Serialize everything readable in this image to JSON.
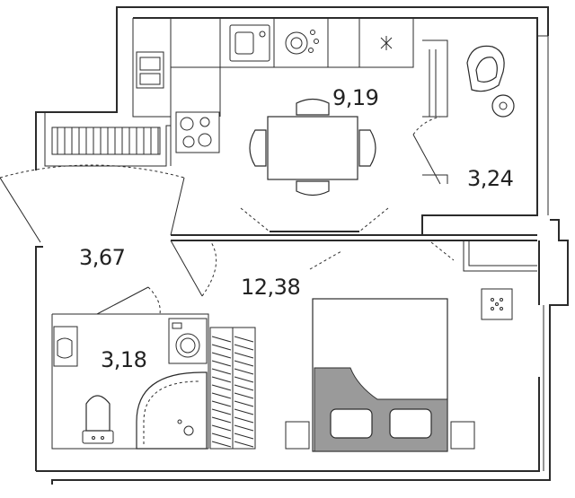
{
  "rooms": {
    "kitchen_area": "9,19",
    "balcony_area": "3,24",
    "hall_area": "3,67",
    "living_area": "12,38",
    "bathroom_area": "3,18"
  },
  "colors": {
    "wall": "#2b2b2b",
    "bed_cover": "#9a9a9a",
    "background": "#ffffff"
  },
  "icons": [
    "sink-icon",
    "dishwasher-icon",
    "stove-icon",
    "fridge-icon",
    "dining-table-icon",
    "armchair-icon",
    "washing-machine-icon",
    "toilet-icon",
    "shower-icon",
    "bed-icon",
    "wardrobe-icon",
    "radiator-icon"
  ]
}
